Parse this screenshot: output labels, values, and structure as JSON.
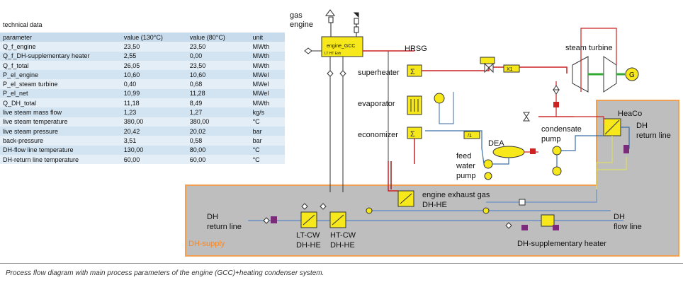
{
  "table": {
    "title": "technical data",
    "headers": [
      "parameter",
      "value (130°C)",
      "value (80°C)",
      "unit"
    ],
    "rows": [
      [
        "Q_f_engine",
        "23,50",
        "23,50",
        "MWth"
      ],
      [
        "Q_f_DH-supplementary heater",
        "2,55",
        "0,00",
        "MWth"
      ],
      [
        "Q_f_total",
        "26,05",
        "23,50",
        "MWth"
      ],
      [
        "P_el_engine",
        "10,60",
        "10,60",
        "MWel"
      ],
      [
        "P_el_steam turbine",
        "0,40",
        "0,68",
        "MWel"
      ],
      [
        "P_el_net",
        "10,99",
        "11,28",
        "MWel"
      ],
      [
        "Q_DH_total",
        "11,18",
        "8,49",
        "MWth"
      ],
      [
        "live steam mass flow",
        "1,23",
        "1,27",
        "kg/s"
      ],
      [
        "live steam temperature",
        "380,00",
        "380,00",
        "°C"
      ],
      [
        "live steam pressure",
        "20,42",
        "20,02",
        "bar"
      ],
      [
        "back-pressure",
        "3,51",
        "0,58",
        "bar"
      ],
      [
        "DH-flow line temperature",
        "130,00",
        "80,00",
        "°C"
      ],
      [
        "DH-return line temperature",
        "60,00",
        "60,00",
        "°C"
      ]
    ]
  },
  "diagram": {
    "gas_engine": "gas\nengine",
    "engine_box": "engine_GCC",
    "engine_ports": "LT  HT  Exh",
    "hrsg": "HRSG",
    "superheater": "superheater",
    "evaporator": "evaporator",
    "economizer": "economizer",
    "steam_turbine": "steam turbine",
    "generator": "G",
    "x1": "X1",
    "one": "/1",
    "dea": "DEA",
    "feed_water_pump": "feed\nwater\npump",
    "condensate_pump": "condensate\npump",
    "heaco": "HeaCo",
    "dh_return_right": "DH\nreturn line",
    "engine_exhaust": "engine exhaust gas\nDH-HE",
    "dh_return_left": "DH\nreturn line",
    "lt_cw": "LT-CW\nDH-HE",
    "ht_cw": "HT-CW\nDH-HE",
    "dh_flow": "DH\nflow line",
    "dh_supp": "DH-supplementary heater",
    "dh_supply": "DH-supply"
  },
  "caption": "Process flow diagram with main process parameters of the engine (GCC)+heating condenser system.",
  "colors": {
    "dh_supply_fill": "#bebebe",
    "dh_supply_border": "#f0a050",
    "steam": "#cc2222",
    "water": "#3a6ea8",
    "component": "#f6e81a",
    "shaft": "#33aa33"
  }
}
